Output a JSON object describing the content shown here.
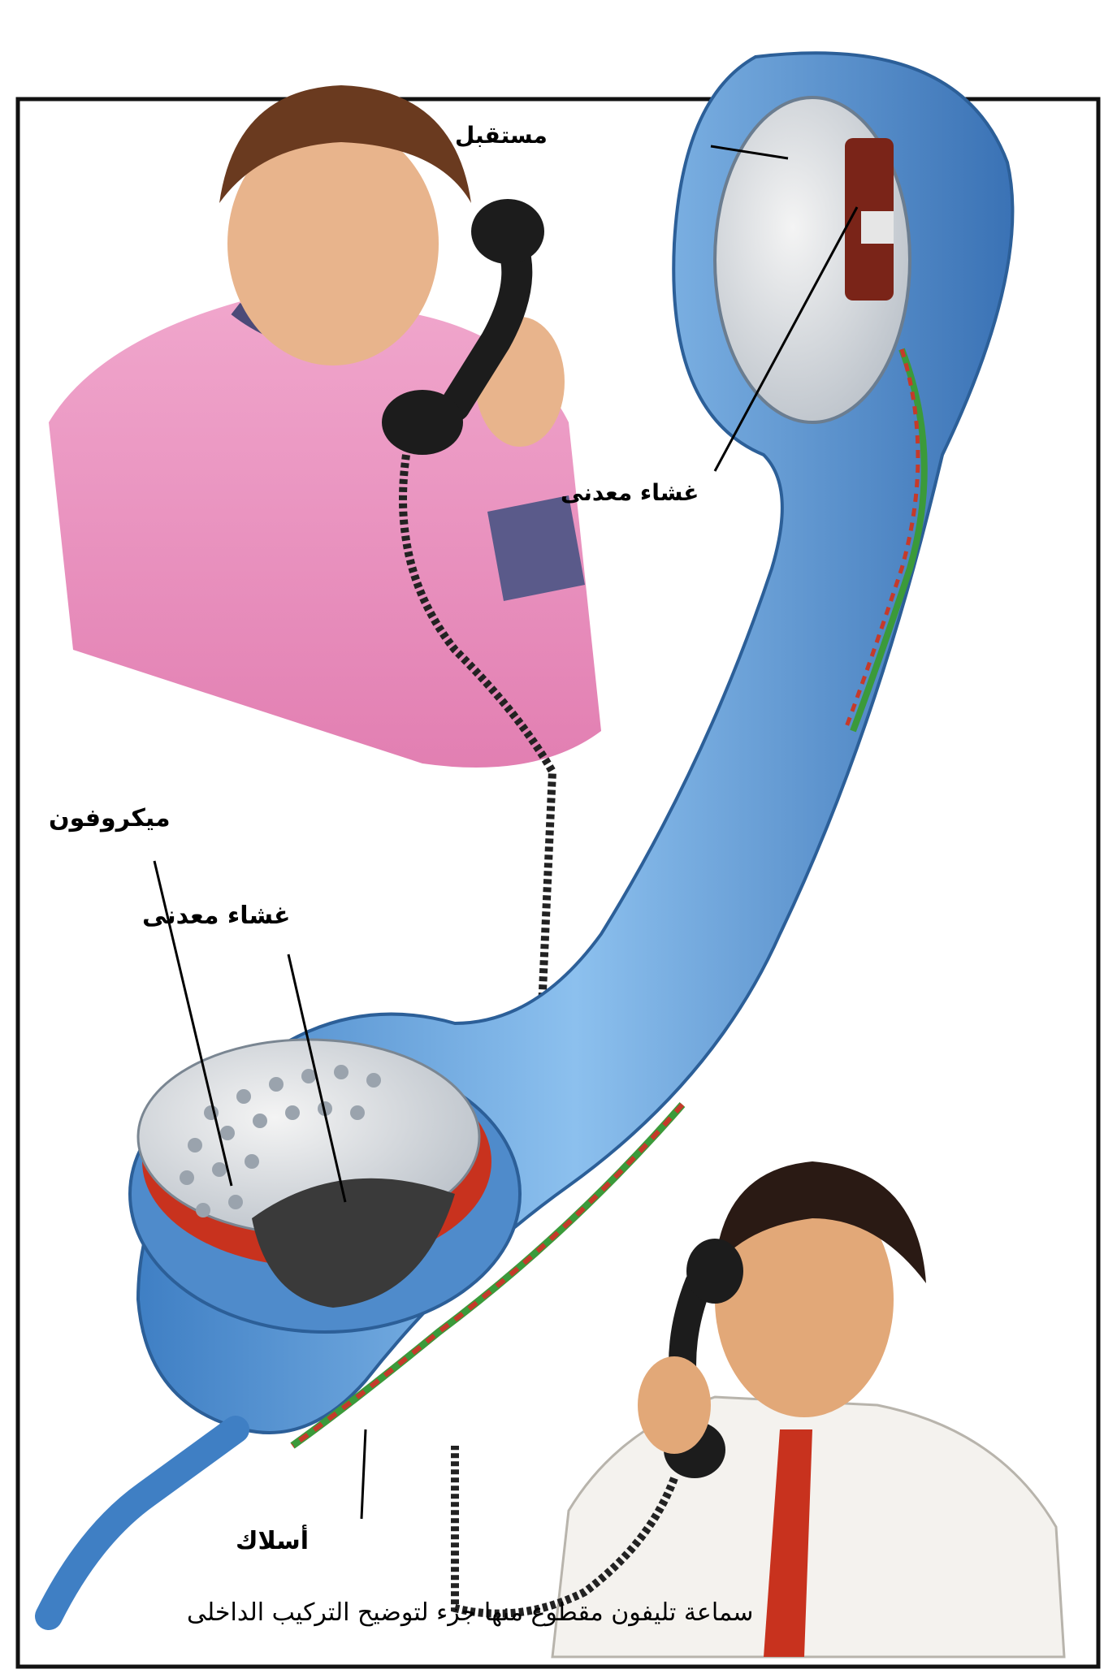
{
  "labels": {
    "receiver": "مستقبل",
    "diaphragm_top": "غشاء معدنى",
    "microphone": "ميكروفون",
    "diaphragm_bottom": "غشاء معدنى",
    "wires": "أسلاك"
  },
  "caption": "سماعة تليفون مقطوع منها جزء لتوضيح التركيب الداخلى",
  "colors": {
    "handset_blue": "#5b9ad8",
    "sweater_pink": "#e88cb8",
    "frame": "#111111",
    "diaphragm_red": "#c8321e"
  },
  "icons": [
    "telephone-handset-illustration",
    "person-pink-sweater",
    "person-white-shirt"
  ]
}
